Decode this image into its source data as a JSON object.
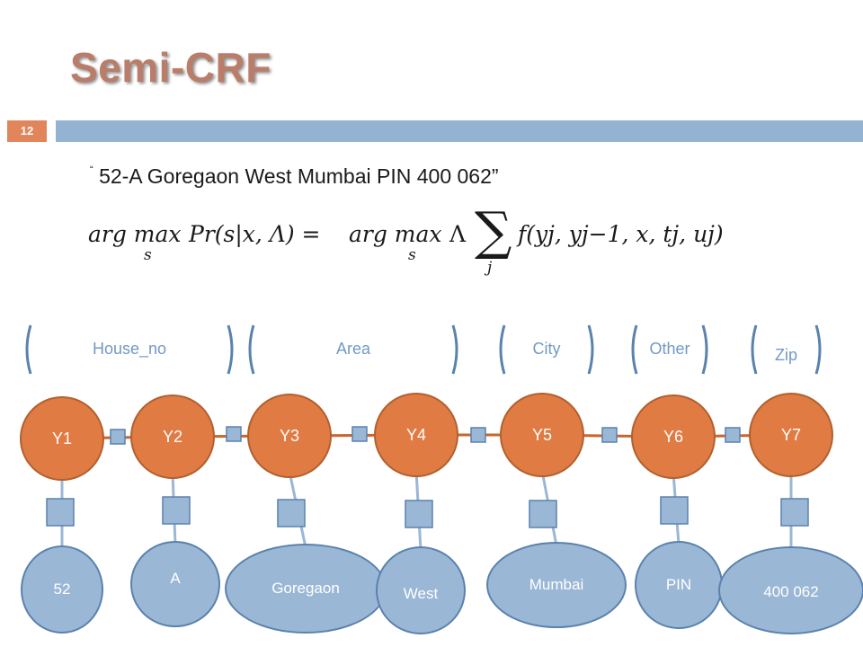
{
  "slide": {
    "title": "Semi-CRF",
    "page_number": "12",
    "example_open_quote": "“",
    "example_text": "52-A Goregaon West Mumbai PIN 400 062”"
  },
  "formula": {
    "lhs_argmax": "arg max",
    "lhs_sub": "s",
    "lhs_body": "Pr(s|x, Λ) =",
    "rhs_argmax": "arg max",
    "rhs_sub": "s",
    "rhs_lambda": "Λ",
    "sum_symbol": "∑",
    "sum_sub": "j",
    "summand": "f(yj, yj−1, x, tj, uj)"
  },
  "segments": [
    {
      "label": "House_no"
    },
    {
      "label": "Area"
    },
    {
      "label": "City"
    },
    {
      "label": "Other"
    },
    {
      "label": "Zip"
    }
  ],
  "labels": [
    "Y1",
    "Y2",
    "Y3",
    "Y4",
    "Y5",
    "Y6",
    "Y7"
  ],
  "tokens": [
    "52",
    "A",
    "Goregaon",
    "West",
    "Mumbai",
    "PIN",
    "400 062"
  ],
  "colors": {
    "label_node": "#e07b43",
    "token_node": "#9bb7d6",
    "factor": "#9bb7d6",
    "chain_edge": "#c8662e",
    "bracket": "#5a82ad",
    "segment_label": "#7299c4",
    "header_bar": "#93b3d3",
    "page_box": "#e1855b"
  }
}
